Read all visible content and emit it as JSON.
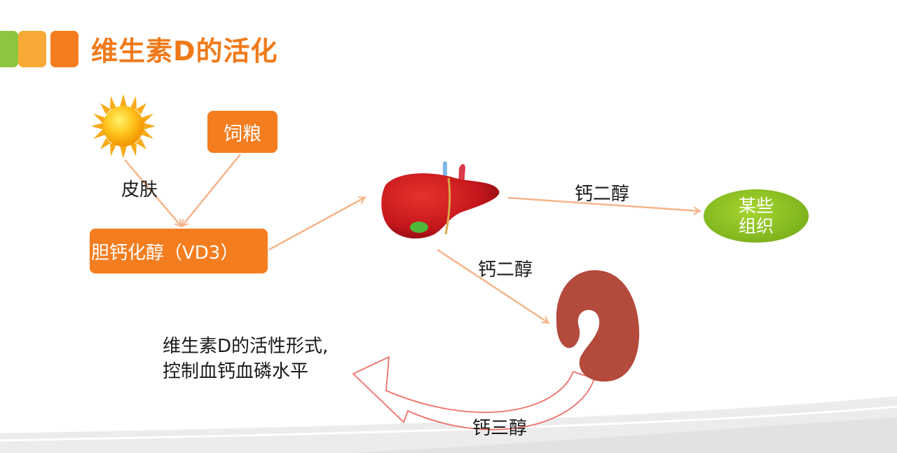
{
  "title": "维生素D的活化",
  "header_colors": [
    "#8cc63f",
    "#f9a935",
    "#f47d20"
  ],
  "nodes": {
    "sun": "sun-icon",
    "feed": "饲粮",
    "skin_label": "皮肤",
    "cholecalciferol": "胆钙化醇（VD3）",
    "liver": "liver-icon",
    "tissue_line1": "某些",
    "tissue_line2": "组织",
    "kidney": "kidney-icon"
  },
  "edges": {
    "liver_to_tissue": "钙二醇",
    "liver_to_kidney": "钙二醇",
    "kidney_return": "钙三醇"
  },
  "note": {
    "line1": "维生素D的活性形式,",
    "line2": "控制血钙血磷水平"
  }
}
